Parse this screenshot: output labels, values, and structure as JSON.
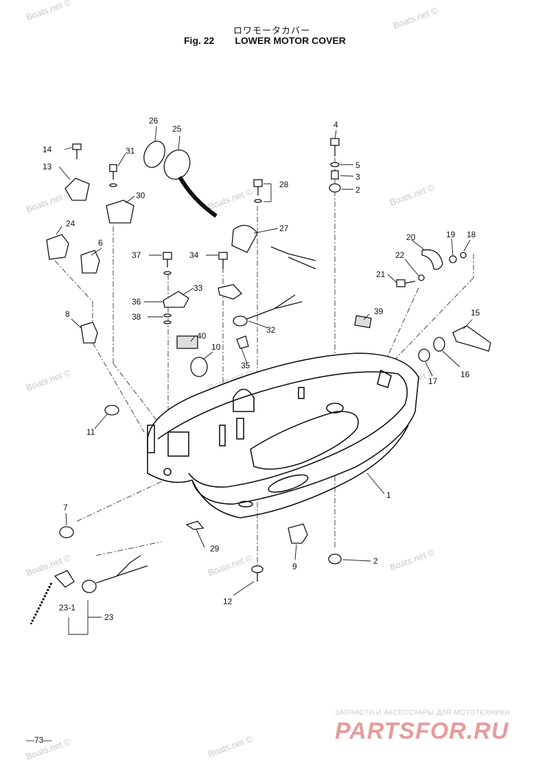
{
  "header": {
    "jp_title": "ロワモータカバー",
    "fig_label": "Fig. 22",
    "fig_name": "LOWER MOTOR COVER"
  },
  "watermark": "Boats.net ©",
  "callouts": [
    "1",
    "2",
    "2",
    "3",
    "4",
    "5",
    "6",
    "7",
    "8",
    "9",
    "10",
    "11",
    "12",
    "13",
    "14",
    "15",
    "16",
    "17",
    "18",
    "19",
    "20",
    "21",
    "22",
    "23",
    "23-1",
    "24",
    "25",
    "26",
    "27",
    "28",
    "29",
    "30",
    "31",
    "32",
    "33",
    "34",
    "35",
    "36",
    "37",
    "38",
    "39",
    "40"
  ],
  "footer": {
    "page_number": "—73—",
    "promo_tagline": "ЗАПЧАСТИ И АКСЕССУАРЫ ДЛЯ МОТОТЕХНИКИ",
    "promo_logo": "PARTSFOR.RU"
  }
}
